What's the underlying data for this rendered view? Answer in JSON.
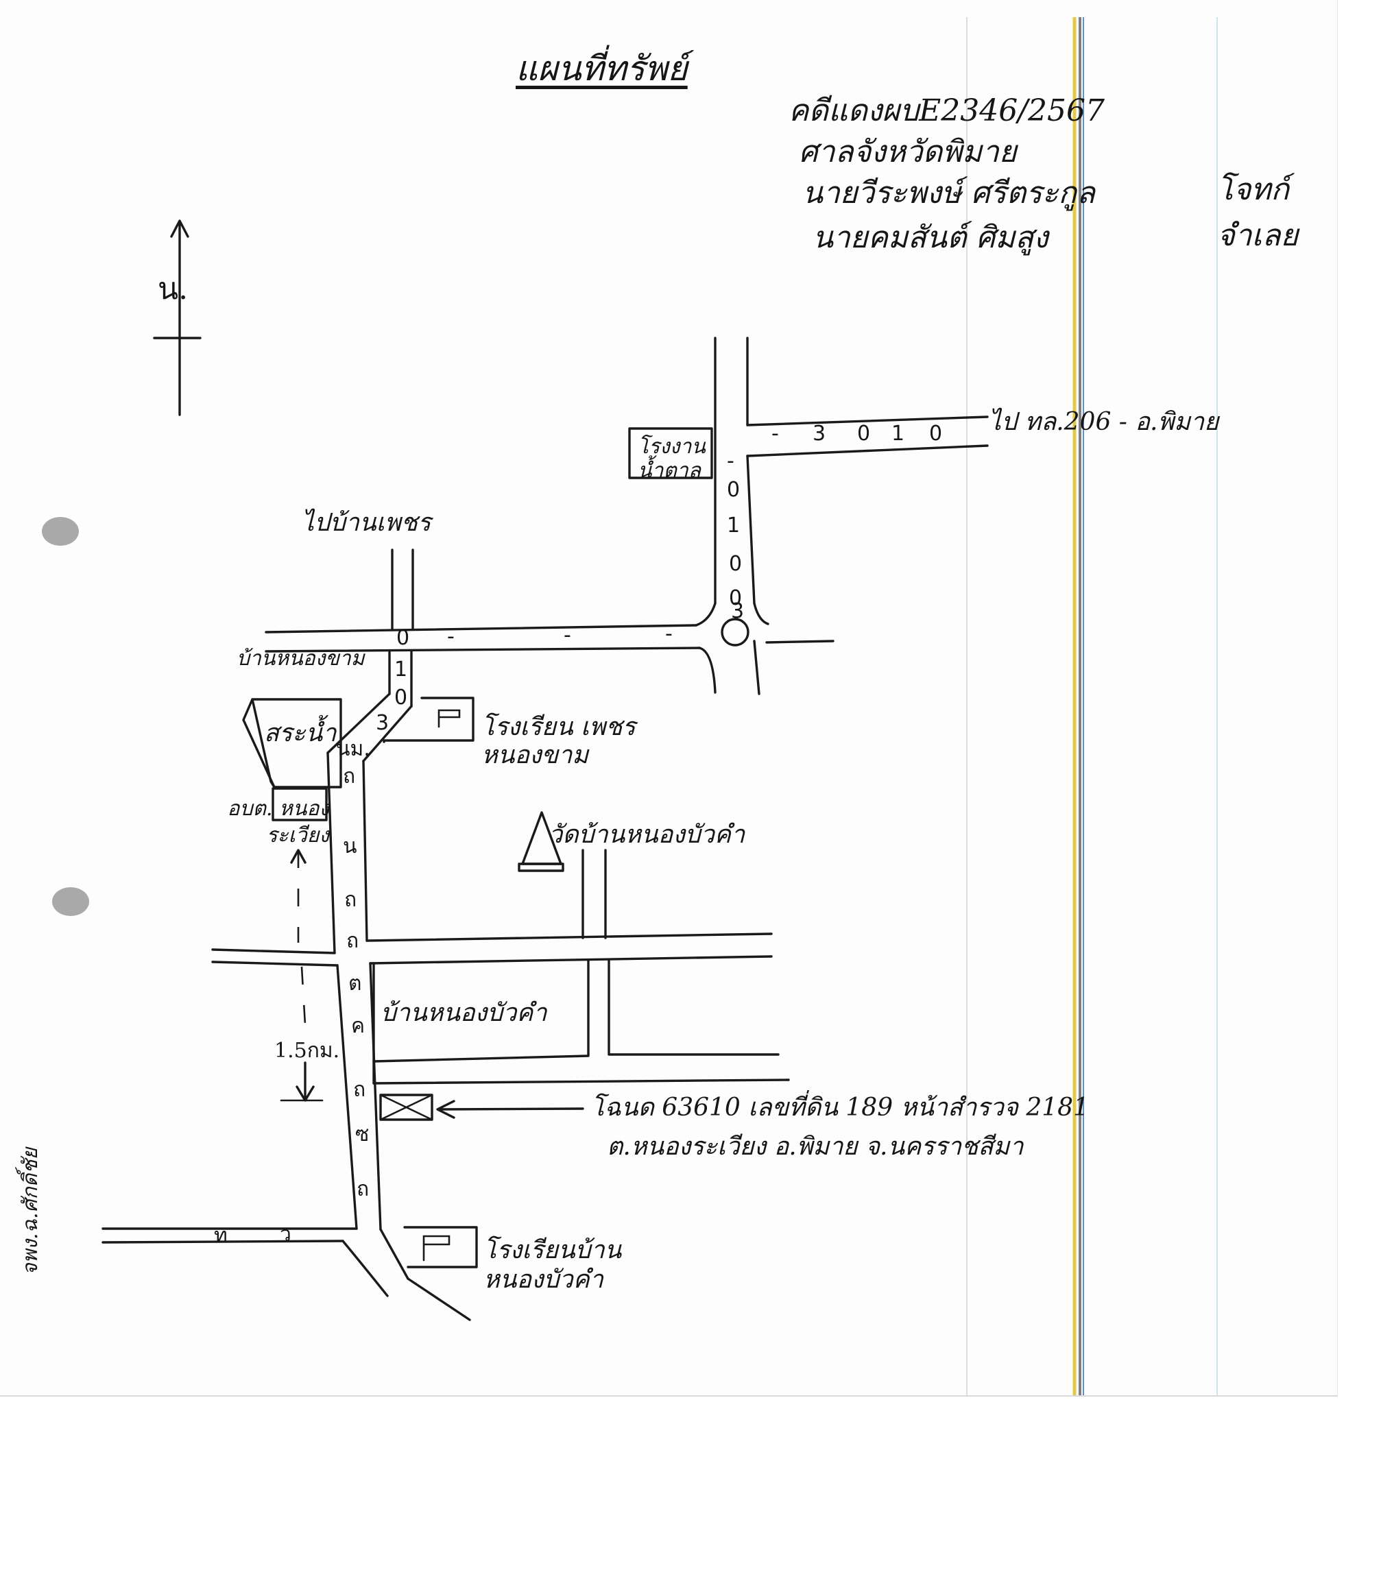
{
  "title": "แผนที่ทรัพย์",
  "case_info": {
    "case_no": "คดีแดงผบE2346/2567",
    "court": "ศาลจังหวัดพิมาย",
    "plaintiff": "นายวีระพงษ์ ศรีตระกูล",
    "plaintiff_role": "โจทก์",
    "defendant": "นายคมสันต์ ศิมสูง",
    "defendant_role": "จำเลย"
  },
  "compass": {
    "north_label": "น."
  },
  "labels": {
    "to_highway": "ไป ทล.206 - อ.พิมาย",
    "sugar_factory": "โรงงาน น้ำตาล",
    "to_ban_phet": "ไปบ้านเพชร",
    "ban_nong_kham": "บ้านหนองขาม",
    "pond": "สระน้ำ",
    "school_1": "โรงเรียน เพชรหนองขาม",
    "sao": "อบต. หนองระเวียง",
    "temple": "วัดบ้านหนองบัวคำ",
    "village": "บ้านหนองบัวคำ",
    "distance": "1.5กม.",
    "property_line1": "โฉนด 63610 เลขที่ดิน 189 หน้าสำรวจ 2181",
    "property_line2": "ต.หนองระเวียง อ.พิมาย จ.นครราชสีมา",
    "school_2": "โรงเรียนบ้าน หนองบัวคำ",
    "surveyor": "จพง.ฉ.ศักดิ์ชัย"
  },
  "road_markers": {
    "r3010_h": [
      "-",
      "3",
      "0",
      "1",
      "0"
    ],
    "r3010_v": [
      "-",
      "0",
      "1",
      "0",
      "0",
      "3"
    ],
    "r_mid": [
      "0",
      "-",
      "-",
      "-"
    ],
    "r_301": [
      "1",
      "0",
      "3",
      "นม."
    ],
    "r_vert": [
      "ถ",
      "น",
      "ถ",
      "ถ",
      "ต",
      "ค",
      "ถ",
      "ซ",
      "ถ"
    ],
    "r_bottom": [
      "ท",
      "ว"
    ]
  },
  "colors": {
    "ink": "#1a1a1a",
    "paper": "#fdfdfd"
  }
}
